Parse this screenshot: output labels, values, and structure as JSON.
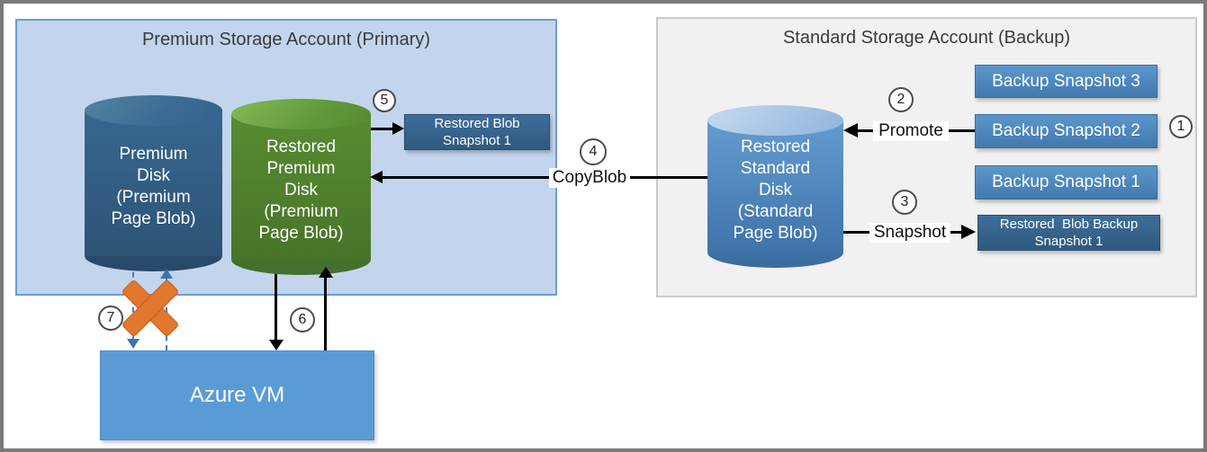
{
  "primary_box": {
    "title": "Premium Storage Account (Primary)",
    "premium_disk_label": "Premium\nDisk\n(Premium\nPage Blob)",
    "restored_premium_disk_label": "Restored\nPremium\nDisk\n(Premium\nPage Blob)",
    "restored_blob_snapshot_label": "Restored Blob\nSnapshot 1"
  },
  "backup_box": {
    "title": "Standard Storage Account (Backup)",
    "restored_standard_disk_label": "Restored\nStandard\nDisk\n(Standard\nPage Blob)",
    "backup_snapshot_3": "Backup Snapshot 3",
    "backup_snapshot_2": "Backup Snapshot 2",
    "backup_snapshot_1": "Backup Snapshot 1",
    "restored_blob_backup_snapshot_label": "Restored  Blob Backup\nSnapshot 1"
  },
  "azure_vm_label": "Azure VM",
  "arrow_labels": {
    "promote": "Promote",
    "snapshot": "Snapshot",
    "copy_blob": "CopyBlob"
  },
  "steps": {
    "s1": "1",
    "s2": "2",
    "s3": "3",
    "s4": "4",
    "s5": "5",
    "s6": "6",
    "s7": "7"
  },
  "colors": {
    "primary_box_fill": "#c3d5ed",
    "primary_box_border": "#6b9cd3",
    "backup_box_fill": "#f1f1f1",
    "backup_box_border": "#cbcbcb",
    "premium_disk_blue": "#2d5476",
    "restored_premium_green": "#497429",
    "standard_disk_blue": "#4279af",
    "snapshot_box_blue": "#4a86bd",
    "snapshot_box_dark_blue": "#2f597f",
    "azure_vm_blue": "#5b9bd5",
    "broken_link_orange": "#e2772e",
    "dashed_arrow_blue": "#4a7ebb",
    "frame_gray": "#7a7a7a"
  }
}
